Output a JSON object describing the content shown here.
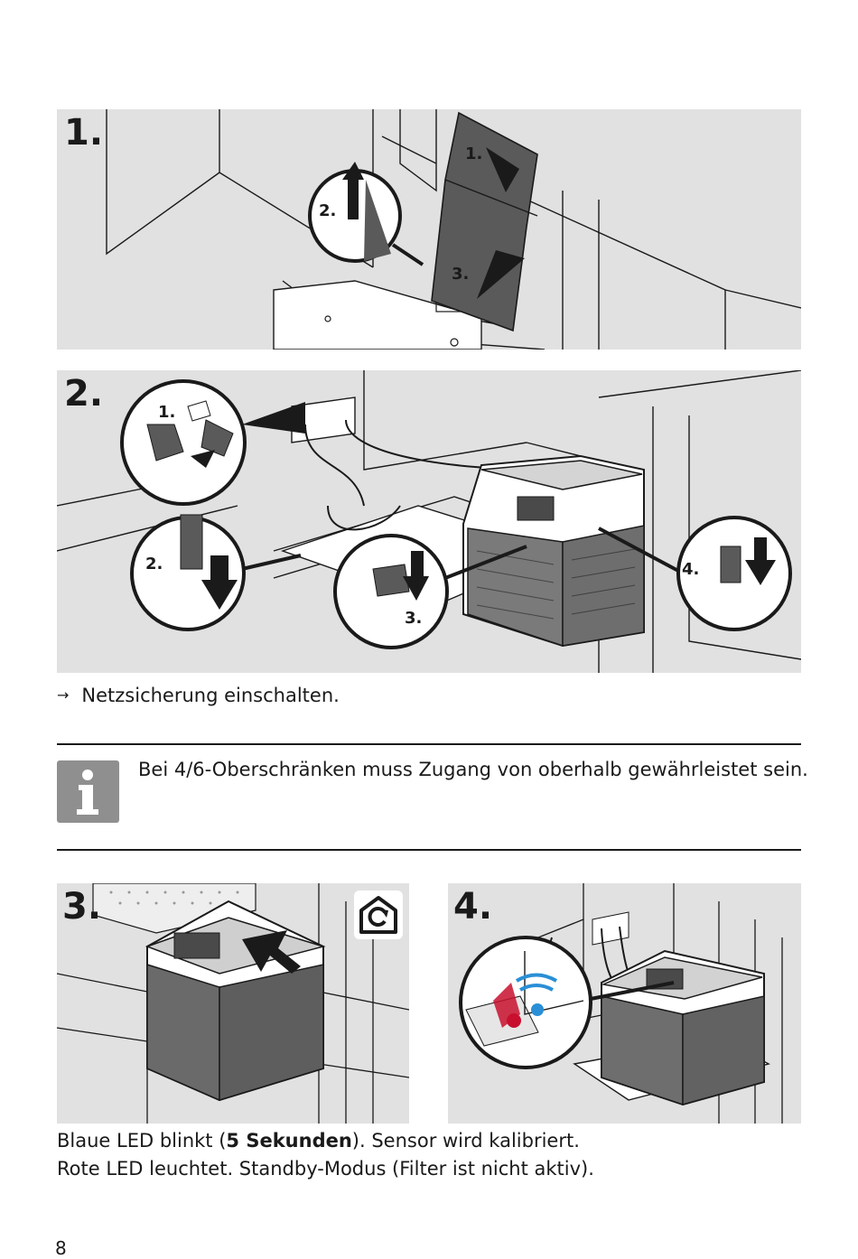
{
  "steps": [
    {
      "number": "1.",
      "callouts": [
        "1.",
        "2.",
        "3."
      ]
    },
    {
      "number": "2.",
      "callouts": [
        "1.",
        "2.",
        "3.",
        "4."
      ]
    },
    {
      "number": "3."
    },
    {
      "number": "4."
    }
  ],
  "instruction_arrow": "→",
  "instruction": "Netzsicherung einschalten.",
  "info": {
    "icon": "info-icon",
    "text": "Bei 4/6-Oberschränken muss Zugang von oberhalb gewährleistet sein."
  },
  "status": {
    "line1_prefix": "Blaue LED blinkt (",
    "line1_bold": "5 Sekunden",
    "line1_suffix": "). Sensor wird kalibriert.",
    "line2": "Rote LED leuchtet. Standby-Modus (Filter ist nicht aktiv)."
  },
  "page_number": "8",
  "colors": {
    "panel_bg": "#e1e1e1",
    "ink": "#1a1a1a",
    "info_box": "#8f8f8f",
    "led_blue": "#2a8fd6",
    "led_red": "#c8102e"
  }
}
